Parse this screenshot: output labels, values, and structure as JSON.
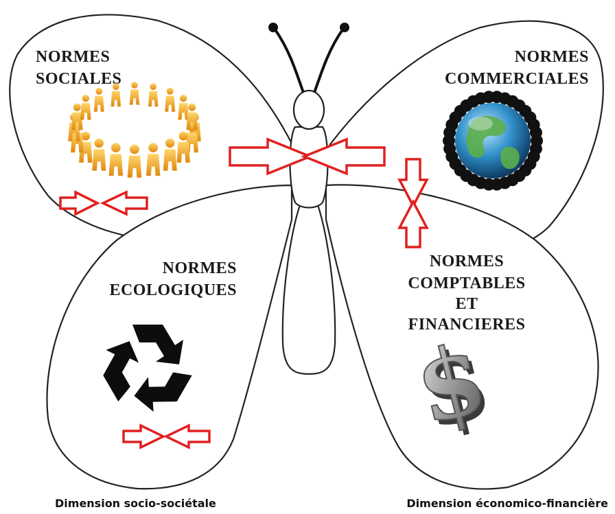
{
  "wings": {
    "top_left": {
      "line1": "NORMES",
      "line2": "SOCIALES"
    },
    "top_right": {
      "line1": "NORMES",
      "line2": "COMMERCIALES"
    },
    "bottom_left": {
      "line1": "NORMES",
      "line2": "ECOLOGIQUES"
    },
    "bottom_right": {
      "line1": "NORMES",
      "line2": "COMPTABLES",
      "line3": "ET",
      "line4": "FINANCIERES"
    }
  },
  "captions": {
    "left": "Dimension socio-sociétale",
    "right": "Dimension économico-financière"
  },
  "icons": {
    "social": "people-circle-icon",
    "commercial": "globe-crowd-icon",
    "ecological": "recycle-icon",
    "financial": "dollar-sign-icon"
  },
  "colors": {
    "arrow": "#e02020",
    "outline": "#222222",
    "people": "#f0a21e",
    "globe_sea": "#2f8fc8",
    "globe_land": "#5cae4a",
    "dollar": "#8a8a8a"
  }
}
